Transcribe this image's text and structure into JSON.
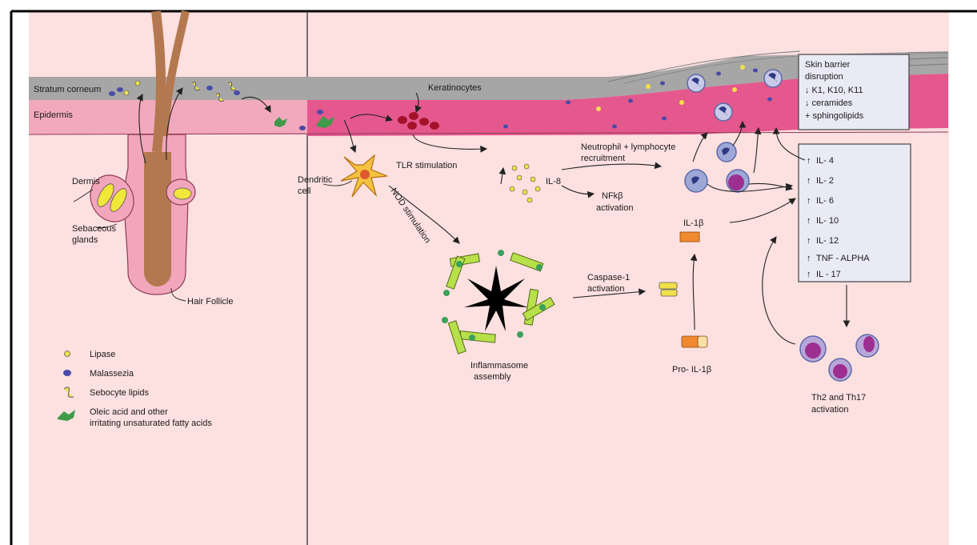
{
  "labels": {
    "stratum_corneum": "Stratum corneum",
    "epidermis": "Epidermis",
    "dermis": "Dermis",
    "sebaceous_glands_1": "Sebaceous",
    "sebaceous_glands_2": "glands",
    "hair_follicle": "Hair Follicle",
    "keratinocytes": "Keratinocytes",
    "dendritic_cell_1": "Dendritic",
    "dendritic_cell_2": "cell",
    "tlr_stimulation": "TLR stimulation",
    "nod_stimulation": "NOD stimulation",
    "il8": "IL-8",
    "nfkb_1": "NFkβ",
    "nfkb_2": "activation",
    "neutrophil_1": "Neutrophil + lymphocyte",
    "neutrophil_2": "recruitment",
    "il1b": "IL-1β",
    "pro_il1b": "Pro- IL-1β",
    "caspase_1": "Caspase-1",
    "caspase_2": "activation",
    "inflammasome_1": "Inflammasome",
    "inflammasome_2": "assembly",
    "th_1": "Th2 and Th17",
    "th_2": "activation"
  },
  "barrier_box": {
    "line1": "Skin barrier",
    "line2": "disruption",
    "line3": "↓ K1, K10, K11",
    "line4": "↓ ceramides",
    "line5": "+ sphingolipids"
  },
  "cytokines": [
    "IL- 4",
    "IL- 2",
    "IL- 6",
    "IL- 10",
    "IL- 12",
    "TNF - ALPHA",
    "IL - 17"
  ],
  "legend": {
    "lipase": "Lipase",
    "malassezia": "Malassezia",
    "sebocyte": "Sebocyte lipids",
    "oleic_1": "Oleic acid and other",
    "oleic_2": "irritating unsaturated fatty acids"
  },
  "colors": {
    "background": "#fde0e0",
    "stratum": "#a6a6a6",
    "epidermis_left": "#f3a9bd",
    "epidermis_right": "#e4588e",
    "follicle_skin": "#f2a6bc",
    "hair": "#b3784f",
    "lipase": "#f0e04a",
    "malassezia": "#4a4aa8",
    "oleic": "#3f9b4a",
    "gland": "#f1e63a",
    "inflammasome_bar": "#b7e04a",
    "inflammasome_node": "#3aa05a",
    "cell_ring": "#5b6aa8",
    "th_cell": "#9c2f8f",
    "il1b": "#f08a2e"
  }
}
